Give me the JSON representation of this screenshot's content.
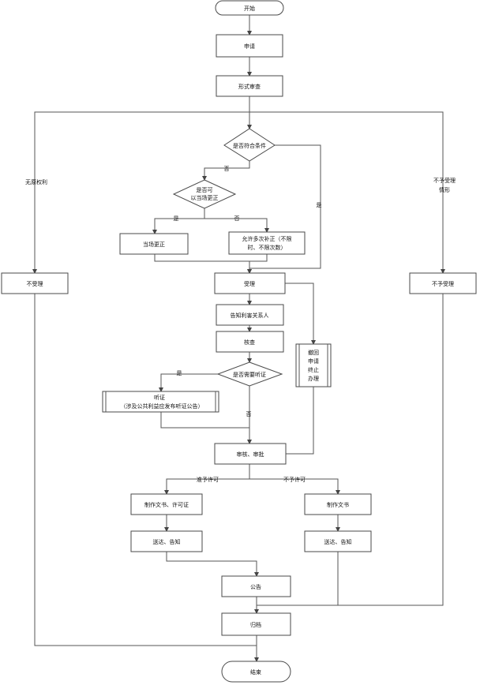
{
  "nodes": {
    "start": "开始",
    "apply": "申请",
    "formal_review": "形式审查",
    "check_materials": "是否符合条件",
    "can_correct_on_site": [
      "是否可",
      "以当场更正"
    ],
    "correct_on_site": "当场更正",
    "allow_multiple_corrections": [
      "允许多次补正（不限",
      "时、不限次数）"
    ],
    "reject_no_rights": "不受理",
    "out_of_scope": "不予受理",
    "accept": "受理",
    "notify_stakeholders": "告知利害关系人",
    "verify": "核查",
    "need_hearing": "是否需要听证",
    "hearing": [
      "听证",
      "（涉及公共利益应发布听证公告）"
    ],
    "withdraw_terminate": [
      "撤回",
      "申请",
      "终止",
      "办理"
    ],
    "review_approve": "审核、审批",
    "make_license": "制作文书、许可证",
    "make_doc": "制作文书",
    "deliver_notify_1": "送达、告知",
    "deliver_notify_2": "送达、告知",
    "announce": "公告",
    "archive": "归档",
    "end": "结束"
  },
  "edge_labels": {
    "no_rights": "无原权利",
    "out_of_scope": [
      "不予受理",
      "情形"
    ],
    "no_1": "否",
    "yes_1": "是",
    "yes_2": "是",
    "no_2": "否",
    "yes_3": "是",
    "no_3": "否",
    "grant": "准予许可",
    "deny": "不予许可"
  }
}
